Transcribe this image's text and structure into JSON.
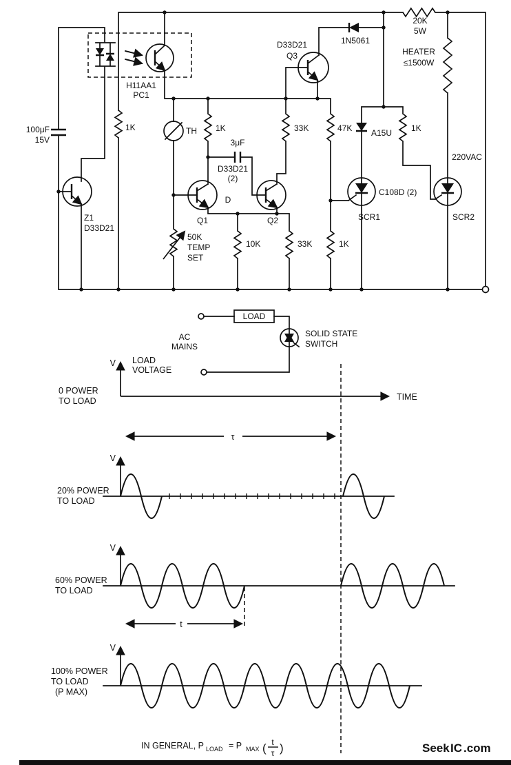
{
  "s": {
    "r20k1": "20K",
    "r20k2": "5W",
    "d1": "1N5061",
    "heater1": "HEATER",
    "heater2": "≤1500W",
    "vac": "220VAC",
    "opto1": "H11AA1",
    "opto2": "PC1",
    "q3part": "D33D21",
    "q3": "Q3",
    "cap1": "100μF",
    "cap2": "15V",
    "z1": "Z1",
    "z1part": "D33D21",
    "r1ka": "1K",
    "th": "TH",
    "r1kb": "1K",
    "c3uf": "3μF",
    "pairpart": "D33D21",
    "pairqty": "(2)",
    "r33ka": "33K",
    "r47k": "47K",
    "da15u": "A15U",
    "r1kc": "1K",
    "q1": "Q1",
    "q2": "Q2",
    "dpt": "D",
    "scrpart": "C108D (2)",
    "scr1": "SCR1",
    "scr2": "SCR2",
    "pot1": "50K",
    "pot2": "TEMP",
    "pot3": "SET",
    "r10k": "10K",
    "r33kb": "33K",
    "r1kd": "1K"
  },
  "ld": {
    "load": "LOAD",
    "ac1": "AC",
    "ac2": "MAINS",
    "sw1": "SOLID STATE",
    "sw2": "SWITCH"
  },
  "w": {
    "v": "V",
    "ax1": "LOAD",
    "ax2": "VOLTAGE",
    "time": "TIME",
    "tau": "τ",
    "t": "t",
    "p0a": "0 POWER",
    "p0b": "TO LOAD",
    "p20a": "20% POWER",
    "p20b": "TO LOAD",
    "p60a": "60% POWER",
    "p60b": "TO LOAD",
    "p100a": "100% POWER",
    "p100b": "TO LOAD",
    "p100c": "(P MAX)"
  },
  "f": {
    "pre": "IN GENERAL, P",
    "sub1": "LOAD",
    "eq": "= P",
    "sub2": "MAX",
    "open": "(",
    "num": "t",
    "den": "τ",
    "close": ")"
  },
  "br": {
    "seek": "Seek",
    "ic": "IC",
    "com": ".com",
    "seek_color": "#8f8f8f",
    "ic_color": "#c9352a",
    "com_color": "#8f8f8f"
  }
}
